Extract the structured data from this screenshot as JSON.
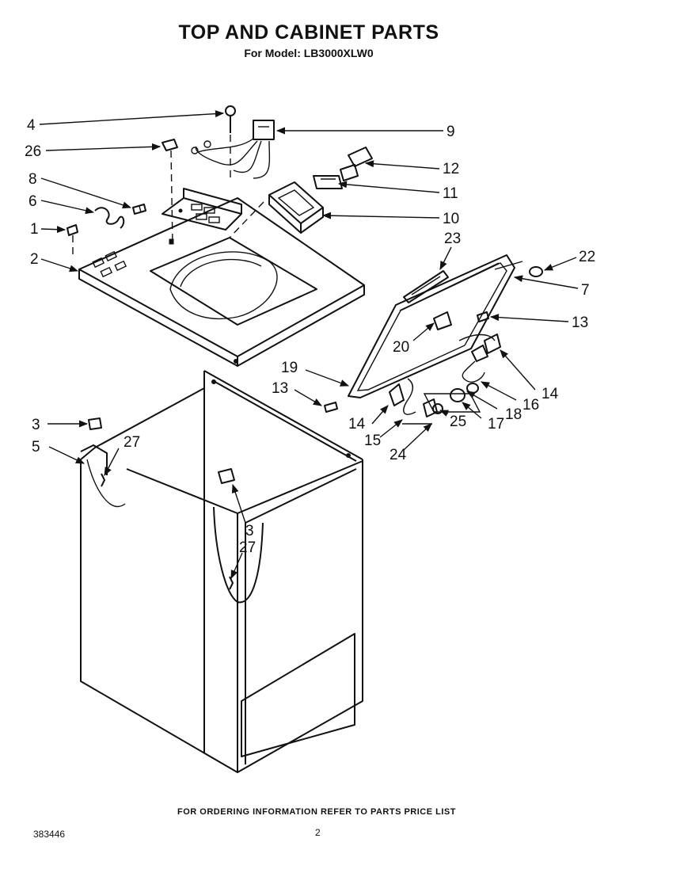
{
  "header": {
    "title": "TOP AND CABINET PARTS",
    "subtitle": "For Model: LB3000XLW0"
  },
  "footer": {
    "note": "FOR ORDERING INFORMATION REFER TO PARTS PRICE LIST",
    "doc_number": "383446",
    "page_number": "2"
  },
  "callouts": {
    "c1": "1",
    "c2": "2",
    "c3a": "3",
    "c3b": "3",
    "c4": "4",
    "c5": "5",
    "c6": "6",
    "c7": "7",
    "c8": "8",
    "c9": "9",
    "c10": "10",
    "c11": "11",
    "c12": "12",
    "c13a": "13",
    "c13b": "13",
    "c14a": "14",
    "c14b": "14",
    "c15": "15",
    "c16": "16",
    "c17": "17",
    "c18": "18",
    "c19": "19",
    "c20": "20",
    "c22": "22",
    "c23": "23",
    "c24": "24",
    "c25": "25",
    "c26": "26",
    "c27a": "27",
    "c27b": "27"
  }
}
